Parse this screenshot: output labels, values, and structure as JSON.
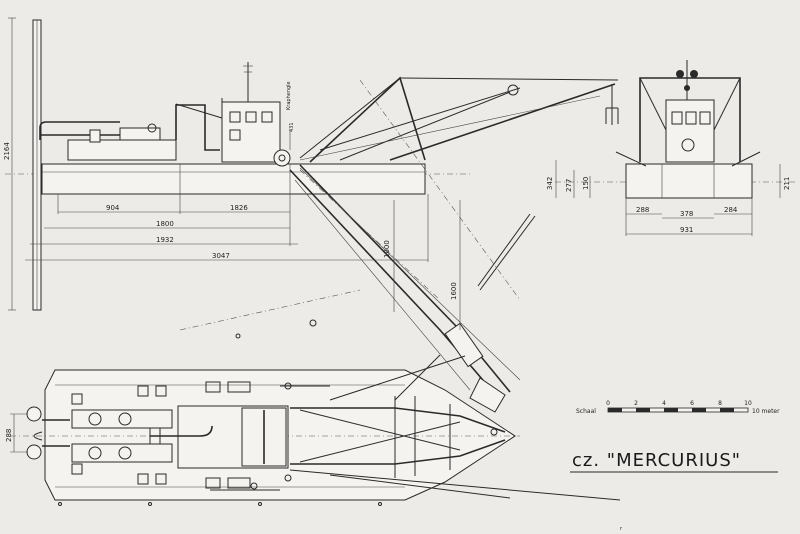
{
  "title": "cz. \"MERCURIUS\"",
  "scale": {
    "label": "Schaal",
    "ticks": [
      "0",
      "2",
      "4",
      "6",
      "8",
      "10"
    ],
    "unit": "10 meter"
  },
  "labels": {
    "kraan": "Kraphengle",
    "mast": "431",
    "foreground_mark": "r"
  },
  "side_view": {
    "dimensions": [
      "2164",
      "904",
      "1826",
      "1800",
      "1932",
      "3047",
      "1000",
      "1600"
    ]
  },
  "front_view": {
    "dimensions": [
      "342",
      "277",
      "150",
      "211",
      "288",
      "378",
      "284",
      "931"
    ]
  },
  "plan_view": {
    "dimensions": [
      "288"
    ]
  },
  "colors": {
    "paper": "#ecebe7",
    "ink": "#2a2a2a"
  }
}
